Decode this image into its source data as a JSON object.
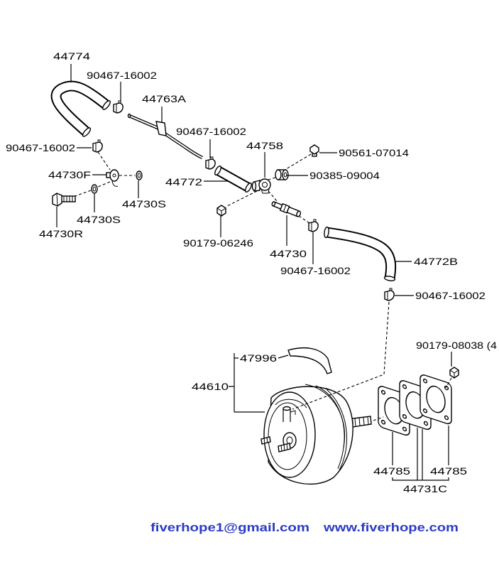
{
  "labels": {
    "hose_44774": "44774",
    "clip_top": "90467-16002",
    "pipe_44763a": "44763A",
    "clip_mid_left": "90467-16002",
    "clip_left": "90467-16002",
    "union_44758": "44758",
    "bolt_90561": "90561-07014",
    "fitting_44730f": "44730F",
    "hose_44772": "44772",
    "grommet_90385": "90385-09004",
    "washer_44730s_right": "44730S",
    "washer_44730s_lower": "44730S",
    "bolt_44730r": "44730R",
    "nut_90179_06246": "90179-06246",
    "check_valve_44730": "44730",
    "hose_44772b": "44772B",
    "clip_center": "90467-16002",
    "clip_right": "90467-16002",
    "nut_90179_08038": "90179-08038 (4",
    "gasket_47996": "47996",
    "booster_44610": "44610",
    "plate_44785_left": "44785",
    "plate_44785_right": "44785",
    "gasket_kit_44731c": "44731C"
  },
  "watermark": {
    "email": "fiverhope1@gmail.com",
    "website": "www.fiverhope.com"
  },
  "colors": {
    "line": "#000000",
    "watermark": "#2b3bc4",
    "background": "#ffffff"
  }
}
